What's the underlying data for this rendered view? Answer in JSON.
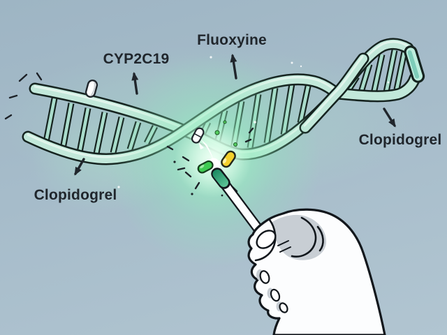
{
  "annotations": {
    "cyp2c19": {
      "text": "CYP2C19",
      "arrow_direction": "up"
    },
    "fluoxyine": {
      "text": "Fluoxyine",
      "arrow_direction": "up"
    },
    "clopidogrel_right": {
      "text": "Clopidogrel",
      "arrow_direction": "down-right"
    },
    "clopidogrel_left": {
      "text": "Clopidogrel",
      "arrow_direction": "down-left"
    }
  },
  "illustration": {
    "elements": [
      "dna-double-helix-icon",
      "glow-burst-icon",
      "spark-icon",
      "white-pill-icon",
      "white-capsule-icon",
      "yellow-pill-icon",
      "green-capsule-icon",
      "cotton-swab-icon",
      "hand-icon",
      "debris-particles-icon"
    ],
    "colors": {
      "background_top": "#9eb5c4",
      "background_bottom": "#b1c5d1",
      "dna_fill": "#c2e8da",
      "dna_shade": "#8fccba",
      "dna_outline": "#15231f",
      "glow_green": "#8cefbd",
      "pill_yellow": "#f3d02c",
      "pill_green": "#3fca52",
      "swab_tip_green": "#2a9d74",
      "hand_fill": "#fcfdfe",
      "hand_shade": "#c8ced4",
      "text_and_arrows": "#20262c"
    }
  }
}
